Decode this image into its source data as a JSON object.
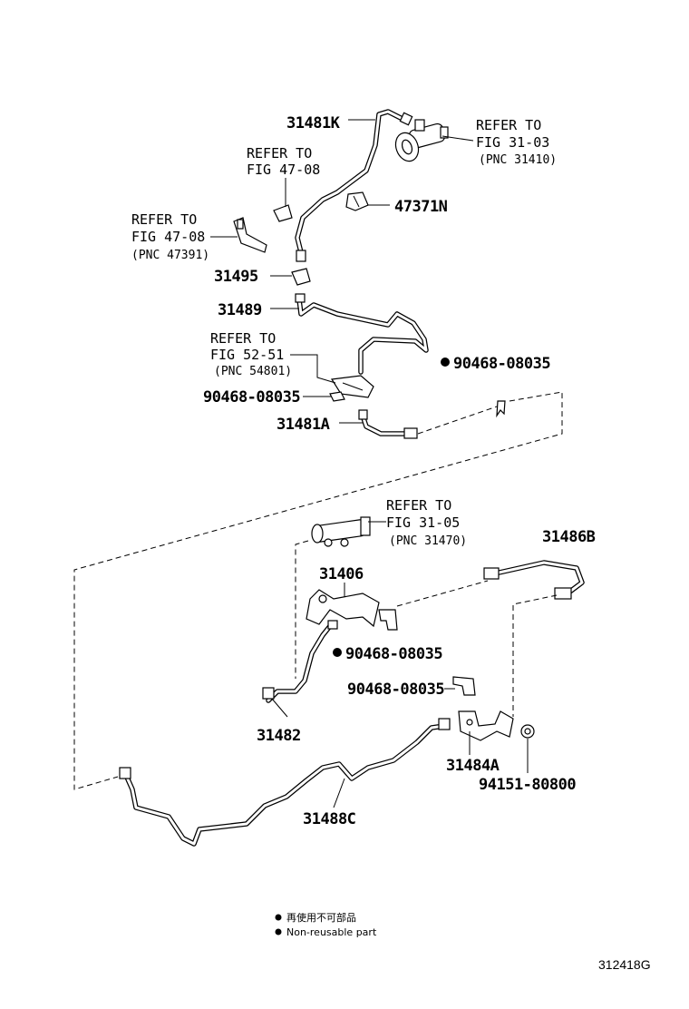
{
  "labels": {
    "p31481K": "31481K",
    "p47371N": "47371N",
    "p31495": "31495",
    "p31489": "31489",
    "p90468_a": "90468-08035",
    "p90468_b": "90468-08035",
    "p31481A": "31481A",
    "p31486B": "31486B",
    "p31406": "31406",
    "p90468_c": "90468-08035",
    "p90468_d": "90468-08035",
    "p31482": "31482",
    "p31484A": "31484A",
    "p94151": "94151-80800",
    "p31488C": "31488C"
  },
  "refs": {
    "r1": {
      "l1": "REFER TO",
      "l2": "FIG 31-03",
      "l3": "(PNC 31410)"
    },
    "r2": {
      "l1": "REFER TO",
      "l2": "FIG 47-08"
    },
    "r3": {
      "l1": "REFER TO",
      "l2": "FIG 47-08",
      "l3": "(PNC 47391)"
    },
    "r4": {
      "l1": "REFER TO",
      "l2": "FIG 52-51",
      "l3": "(PNC 54801)"
    },
    "r5": {
      "l1": "REFER TO",
      "l2": "FIG 31-05",
      "l3": "(PNC 31470)"
    }
  },
  "legend": {
    "jp": "再使用不可部品",
    "en": "Non-reusable part"
  },
  "figure_id": "312418G"
}
